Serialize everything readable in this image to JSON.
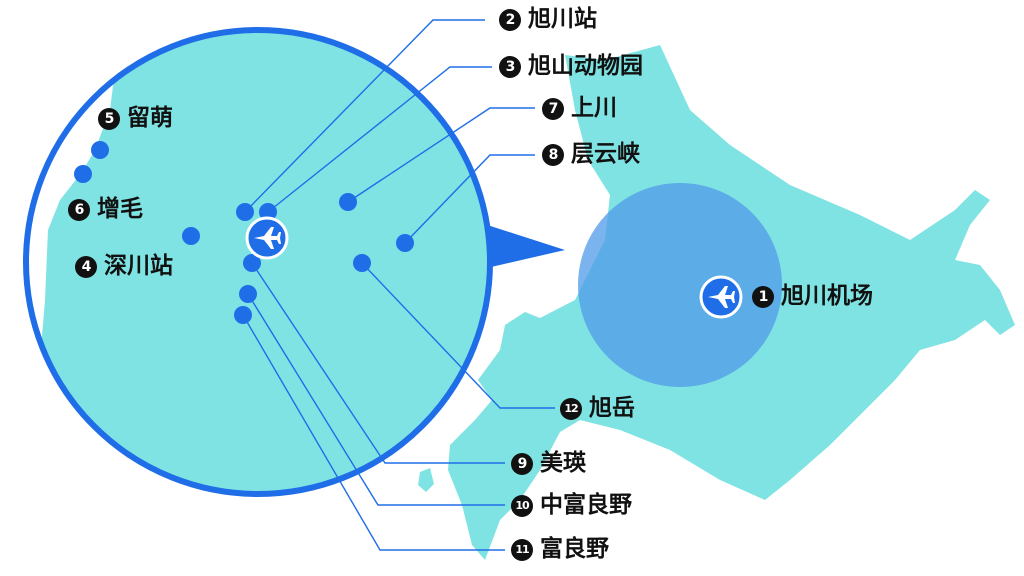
{
  "colors": {
    "land": "#7fe3e3",
    "accent": "#1f6ee8",
    "airport_zone": "#4f9ae8",
    "label_text": "#111111",
    "badge_bg": "#111111",
    "badge_text": "#ffffff"
  },
  "airport_icon": "airplane-icon",
  "labels": [
    {
      "number": "1",
      "name": "旭川机场"
    },
    {
      "number": "2",
      "name": "旭川站"
    },
    {
      "number": "3",
      "name": "旭山动物园"
    },
    {
      "number": "4",
      "name": "深川站"
    },
    {
      "number": "5",
      "name": "留萌"
    },
    {
      "number": "6",
      "name": "增毛"
    },
    {
      "number": "7",
      "name": "上川"
    },
    {
      "number": "8",
      "name": "层云峡"
    },
    {
      "number": "9",
      "name": "美瑛"
    },
    {
      "number": "10",
      "name": "中富良野"
    },
    {
      "number": "11",
      "name": "富良野"
    },
    {
      "number": "12",
      "name": "旭岳"
    }
  ]
}
